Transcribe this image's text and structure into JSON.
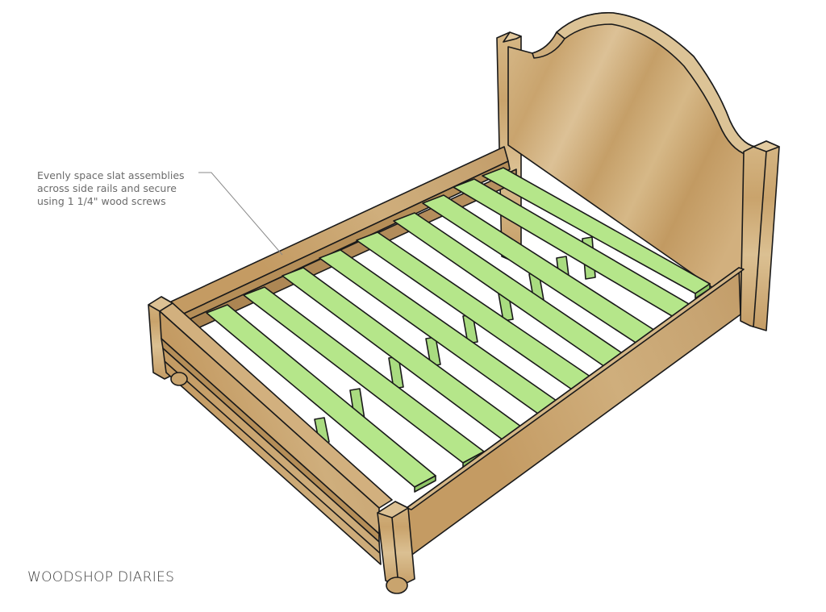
{
  "figure": {
    "title": "Bed frame slat assembly illustration",
    "annotation": {
      "lines": [
        "Evenly space slat assemblies",
        "across side rails and secure",
        "using 1 1/4\" wood screws"
      ],
      "text": "Evenly space slat assemblies\nacross side rails and secure\nusing 1 1/4\" wood screws"
    },
    "brand": "WOODSHOP DIARIES",
    "parts": {
      "headboard": "headboard",
      "footboard": "footboard",
      "left_side_rail": "left side rail",
      "right_side_rail": "right side rail",
      "slats": "slat assemblies",
      "slat_count": 9,
      "support_legs": "center support legs"
    },
    "colors": {
      "background": "#ffffff",
      "wood_light": "#d9b98a",
      "wood_mid": "#c9a26c",
      "wood_dark": "#a98350",
      "slat_green": "#b5e68a",
      "slat_green_dark": "#8fc566",
      "outline": "#1a1a1a",
      "annotation_text": "#6b6b6b",
      "leader_line": "#8a8a8a",
      "brand_text": "#3d3d3d"
    }
  }
}
